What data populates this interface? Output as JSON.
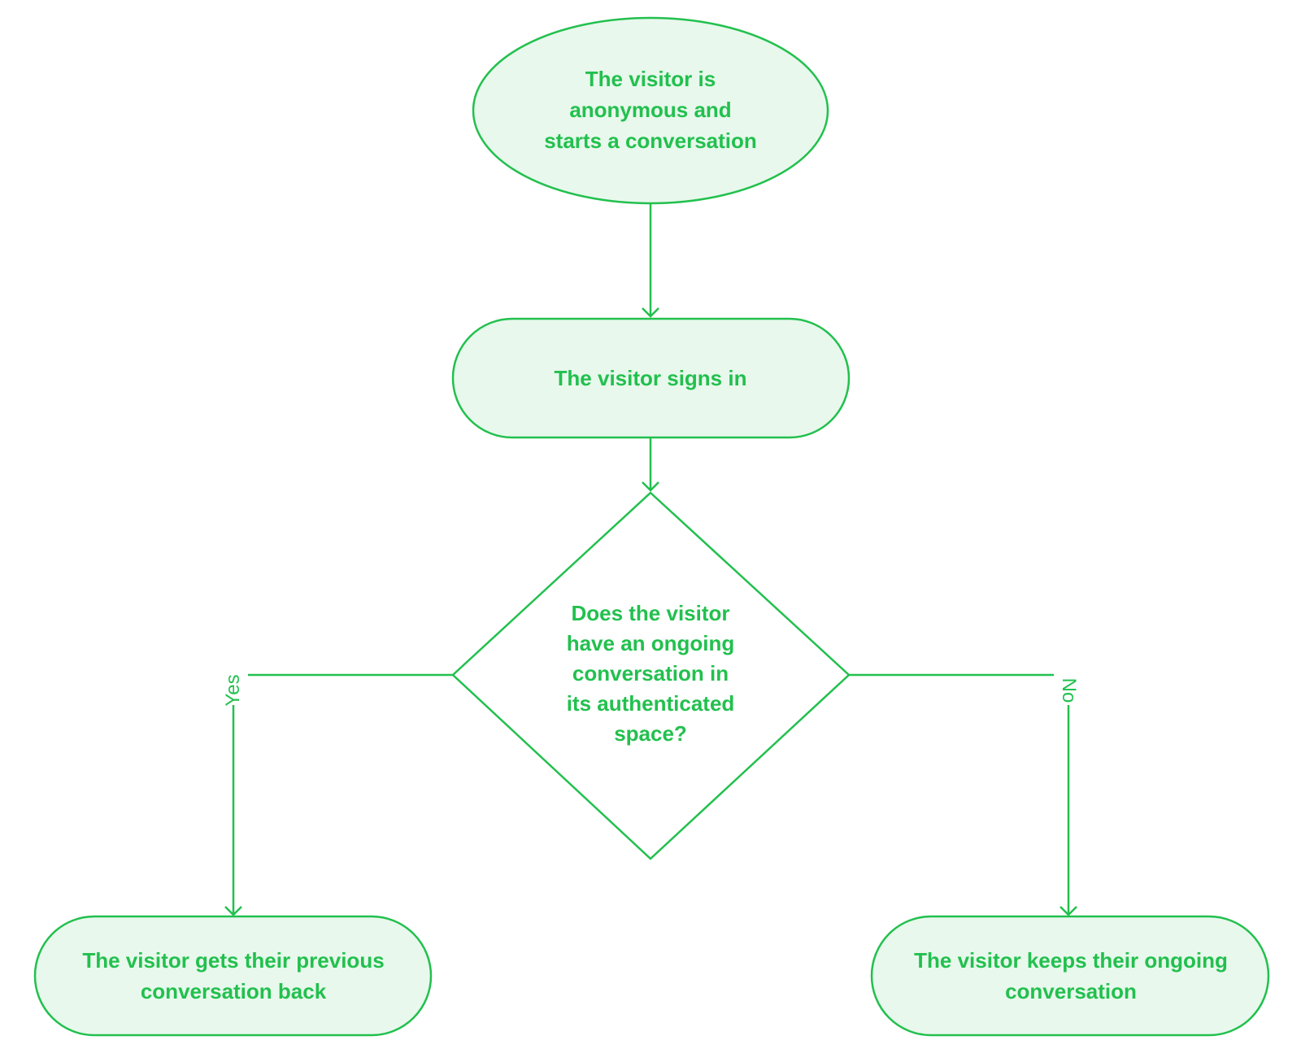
{
  "colors": {
    "stroke": "#22c04e",
    "fill": "#e8f8ec",
    "text": "#22c04e",
    "background": "#ffffff"
  },
  "nodes": {
    "start": {
      "shape": "ellipse",
      "label": "The visitor is\nanonymous and\nstarts a conversation"
    },
    "sign_in": {
      "shape": "rounded-rect",
      "label": "The visitor signs in"
    },
    "decision": {
      "shape": "diamond",
      "label": "Does the visitor\nhave an ongoing\nconversation in\nits authenticated\nspace?"
    },
    "previous": {
      "shape": "rounded-rect",
      "label": "The visitor gets their previous\nconversation back"
    },
    "keep": {
      "shape": "rounded-rect",
      "label": "The visitor keeps their ongoing\nconversation"
    }
  },
  "edges": {
    "start_to_sign_in": {
      "from": "start",
      "to": "sign_in",
      "label": ""
    },
    "sign_in_to_decision": {
      "from": "sign_in",
      "to": "decision",
      "label": ""
    },
    "yes": {
      "from": "decision",
      "to": "previous",
      "label": "Yes"
    },
    "no": {
      "from": "decision",
      "to": "keep",
      "label": "No"
    }
  }
}
